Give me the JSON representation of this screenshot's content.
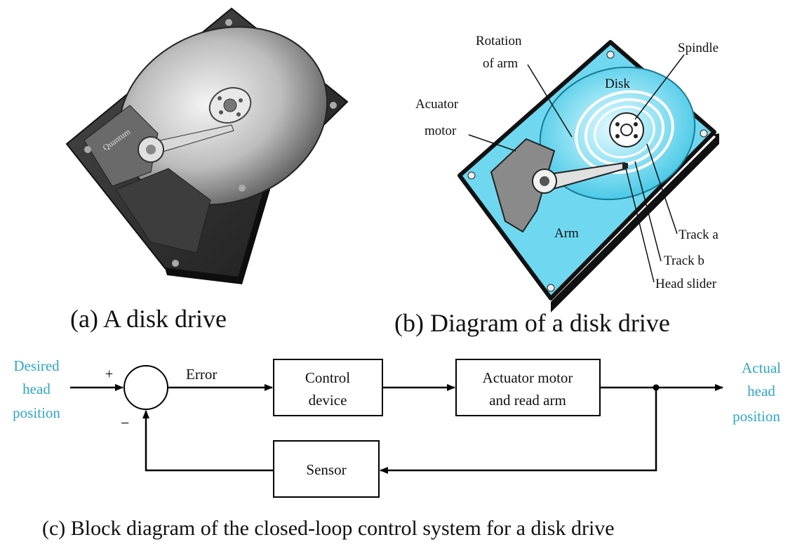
{
  "photo": {
    "brand": "Quantum"
  },
  "diagram": {
    "labels": {
      "rotation_line1": "Rotation",
      "rotation_line2": "of arm",
      "spindle": "Spindle",
      "disk": "Disk",
      "actuator_line1": "Acuator",
      "actuator_line2": "motor",
      "arm": "Arm",
      "track_a": "Track a",
      "track_b": "Track b",
      "head_slider": "Head slider"
    }
  },
  "captions": {
    "a": "(a) A disk drive",
    "b": "(b) Diagram of a disk drive",
    "c": "(c) Block diagram of the closed-loop control system for a disk drive"
  },
  "block_diagram": {
    "input_line1": "Desired",
    "input_line2": "head",
    "input_line3": "position",
    "plus": "+",
    "minus": "−",
    "error": "Error",
    "control_line1": "Control",
    "control_line2": "device",
    "actuator_line1": "Actuator motor",
    "actuator_line2": "and read arm",
    "sensor": "Sensor",
    "output_line1": "Actual",
    "output_line2": "head",
    "output_line3": "position"
  },
  "colors": {
    "signal_label": "#2ea6c8",
    "disk_cyan": "#5fd3ee",
    "chassis": "#2a2a2a"
  }
}
